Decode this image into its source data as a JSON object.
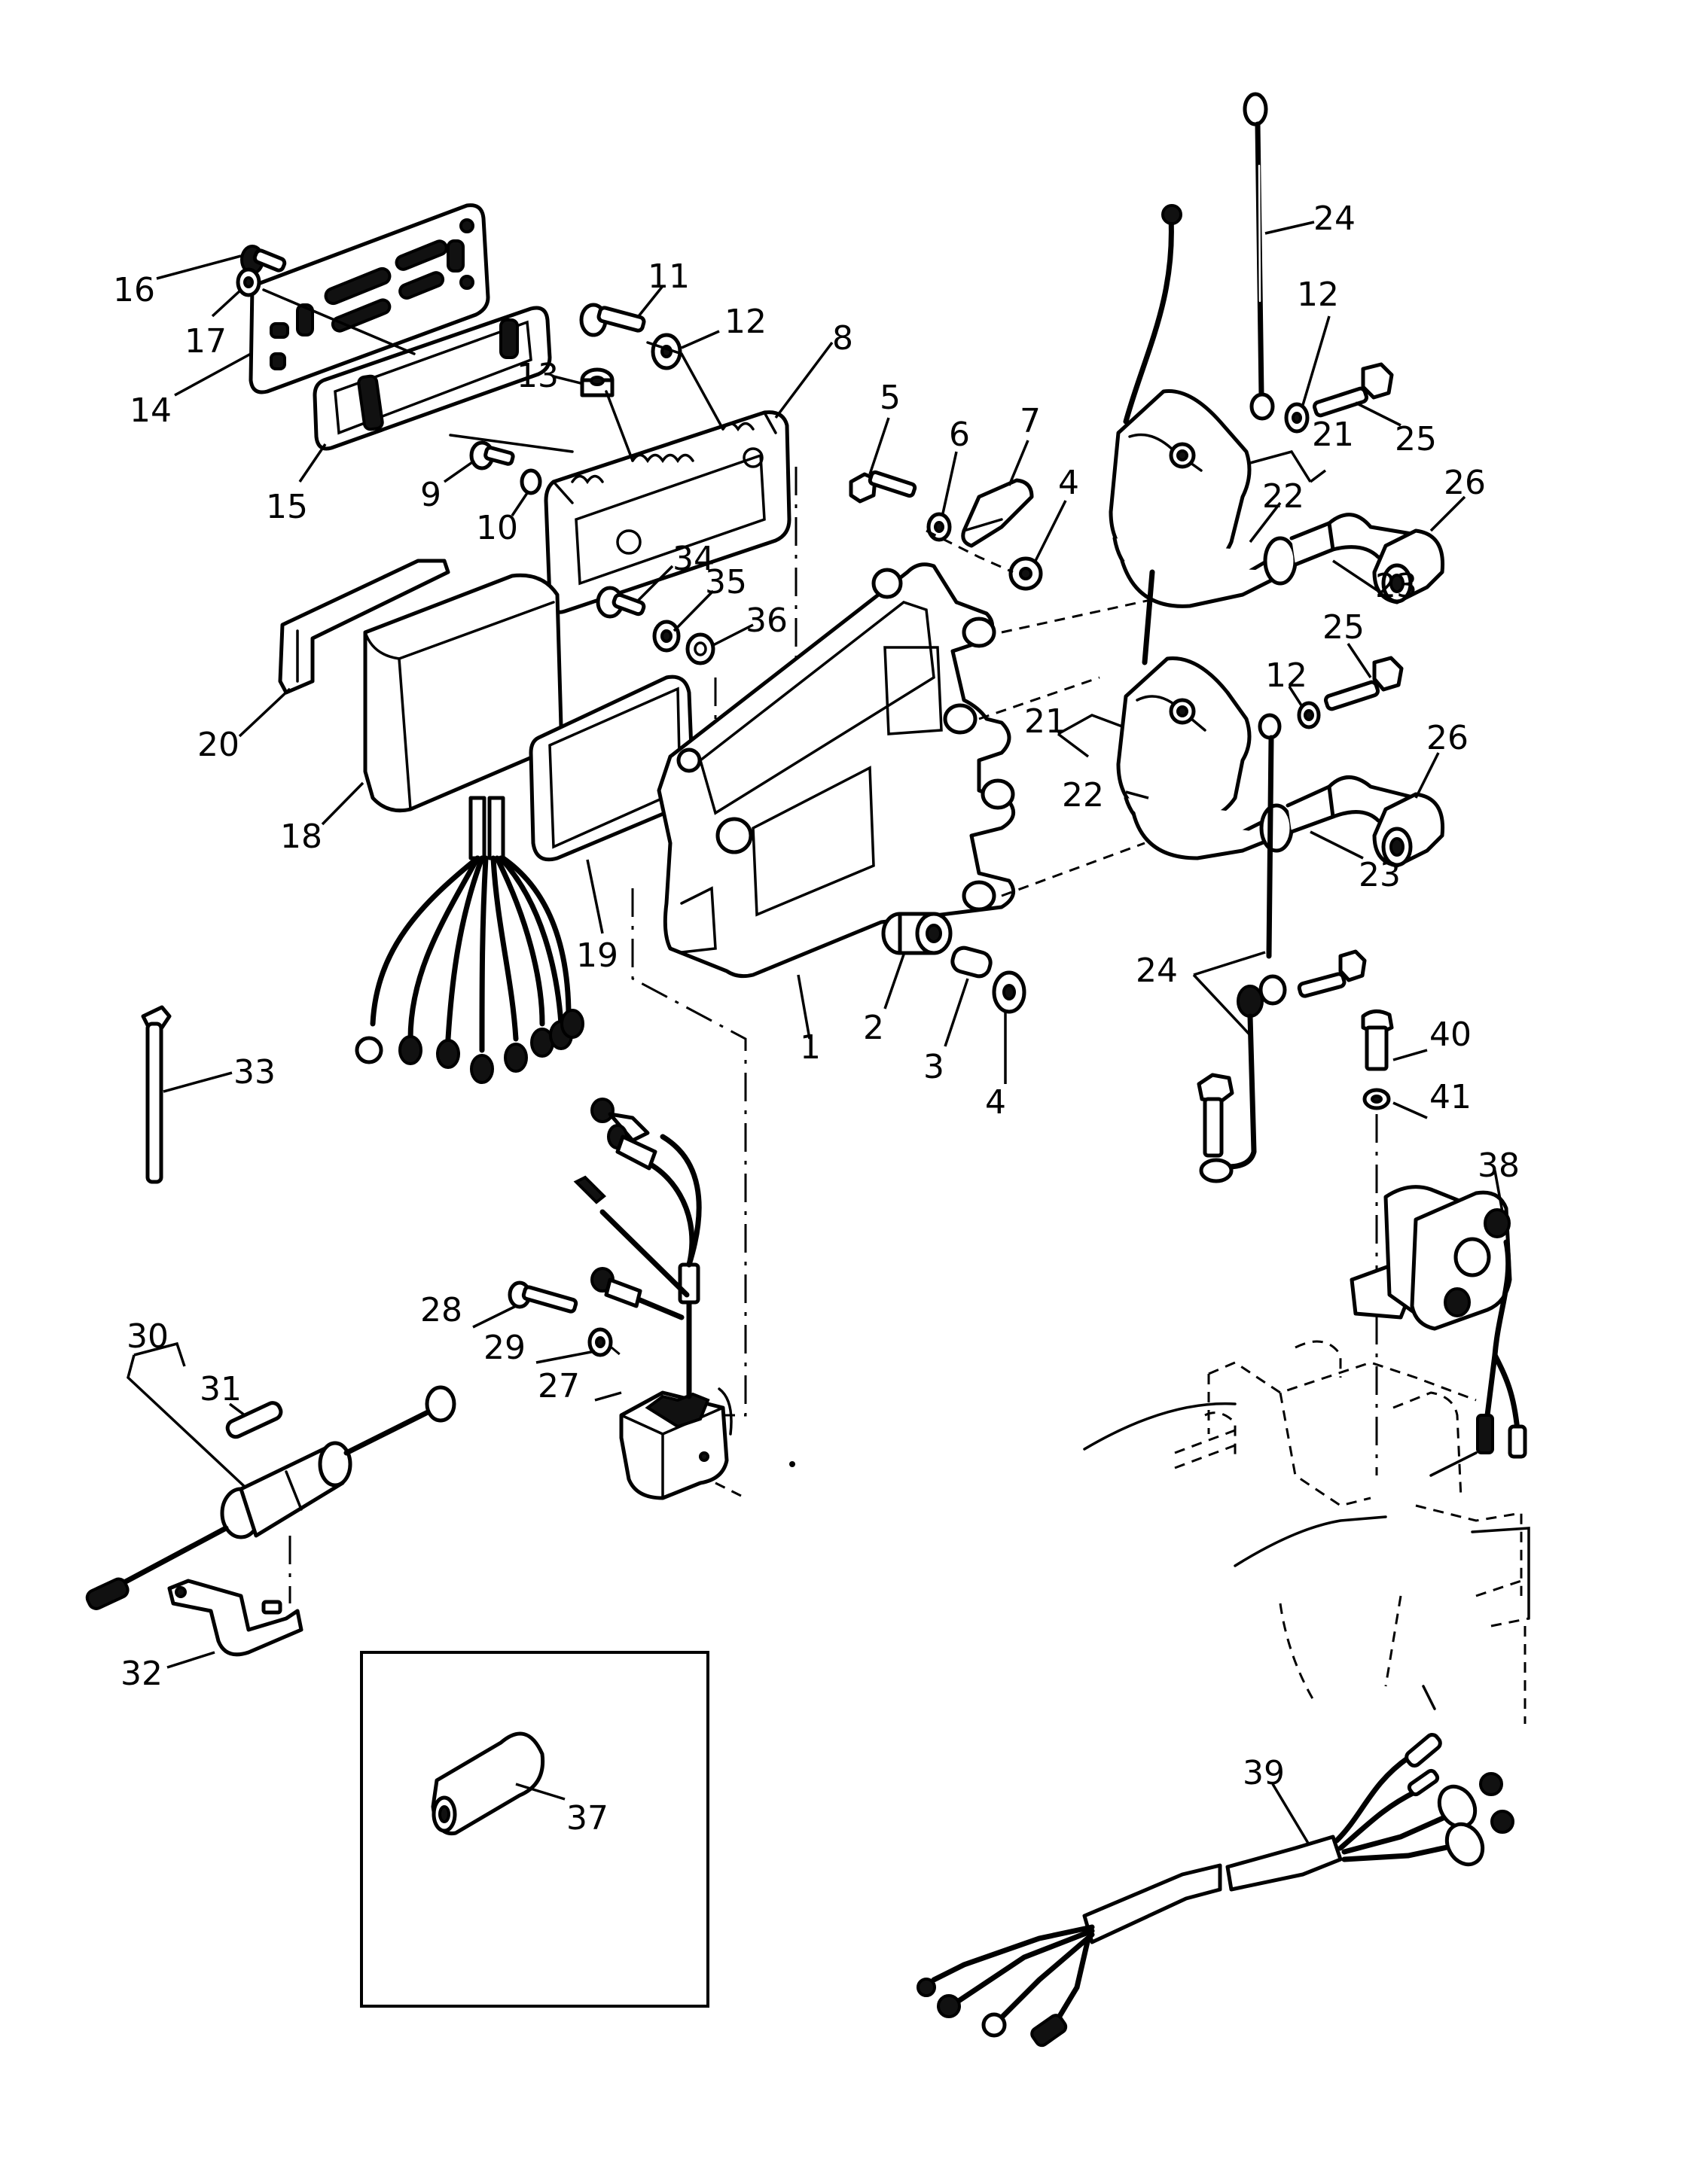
{
  "diagram": {
    "type": "exploded-parts-diagram",
    "subject": "electrical components / ignition assembly",
    "callouts": [
      {
        "id": "c16",
        "label": "16"
      },
      {
        "id": "c17",
        "label": "17"
      },
      {
        "id": "c11",
        "label": "11"
      },
      {
        "id": "c12a",
        "label": "12"
      },
      {
        "id": "c14",
        "label": "14"
      },
      {
        "id": "c13",
        "label": "13"
      },
      {
        "id": "c8",
        "label": "8"
      },
      {
        "id": "c15",
        "label": "15"
      },
      {
        "id": "c9",
        "label": "9"
      },
      {
        "id": "c10",
        "label": "10"
      },
      {
        "id": "c5",
        "label": "5"
      },
      {
        "id": "c6",
        "label": "6"
      },
      {
        "id": "c7",
        "label": "7"
      },
      {
        "id": "c4a",
        "label": "4"
      },
      {
        "id": "c24a",
        "label": "24"
      },
      {
        "id": "c12b",
        "label": "12"
      },
      {
        "id": "c25a",
        "label": "25"
      },
      {
        "id": "c21a",
        "label": "21"
      },
      {
        "id": "c22a",
        "label": "22"
      },
      {
        "id": "c26a",
        "label": "26"
      },
      {
        "id": "c23a",
        "label": "23"
      },
      {
        "id": "c34",
        "label": "34"
      },
      {
        "id": "c35",
        "label": "35"
      },
      {
        "id": "c36",
        "label": "36"
      },
      {
        "id": "c20",
        "label": "20"
      },
      {
        "id": "c18",
        "label": "18"
      },
      {
        "id": "c19",
        "label": "19"
      },
      {
        "id": "c12c",
        "label": "12"
      },
      {
        "id": "c25b",
        "label": "25"
      },
      {
        "id": "c21b",
        "label": "21"
      },
      {
        "id": "c22b",
        "label": "22"
      },
      {
        "id": "c26b",
        "label": "26"
      },
      {
        "id": "c23b",
        "label": "23"
      },
      {
        "id": "c1",
        "label": "1"
      },
      {
        "id": "c2",
        "label": "2"
      },
      {
        "id": "c3",
        "label": "3"
      },
      {
        "id": "c4b",
        "label": "4"
      },
      {
        "id": "c24b",
        "label": "24"
      },
      {
        "id": "c40",
        "label": "40"
      },
      {
        "id": "c41",
        "label": "41"
      },
      {
        "id": "c38",
        "label": "38"
      },
      {
        "id": "c33",
        "label": "33"
      },
      {
        "id": "c28",
        "label": "28"
      },
      {
        "id": "c29",
        "label": "29"
      },
      {
        "id": "c27",
        "label": "27"
      },
      {
        "id": "c30",
        "label": "30"
      },
      {
        "id": "c31",
        "label": "31"
      },
      {
        "id": "c32",
        "label": "32"
      },
      {
        "id": "c37",
        "label": "37"
      },
      {
        "id": "c39",
        "label": "39"
      }
    ],
    "parts": {
      "bracket": "1",
      "grommet": "2",
      "collar": "3",
      "washer": "4",
      "bolt_5": "5",
      "washer_6": "6",
      "clip_7": "7",
      "cover": "8",
      "screw_9": "9",
      "washer_10": "10",
      "bolt_11": "11",
      "washer_12": "12",
      "grommet_13": "13",
      "plate_14": "14",
      "gasket_15": "15",
      "screw_16": "16",
      "washer_17": "17",
      "cdi_unit": "18",
      "rectifier_pad": "19",
      "holder_20": "20",
      "ignition_coil": "21",
      "coil_boot": "22",
      "grommet_23": "23",
      "lead_wire": "24",
      "bolt_25": "25",
      "spark_plug_cap": "26",
      "rectifier_regulator": "27",
      "bolt_28": "28",
      "washer_29": "29",
      "fuse_holder_assy": "30",
      "fuse": "31",
      "fuse_bracket": "32",
      "cable_band": "33",
      "screw_34": "34",
      "washer_35": "35",
      "collar_36": "36",
      "cap_37": "37",
      "starter_relay": "38",
      "wire_harness": "39",
      "bolt_40": "40",
      "washer_41": "41"
    }
  }
}
